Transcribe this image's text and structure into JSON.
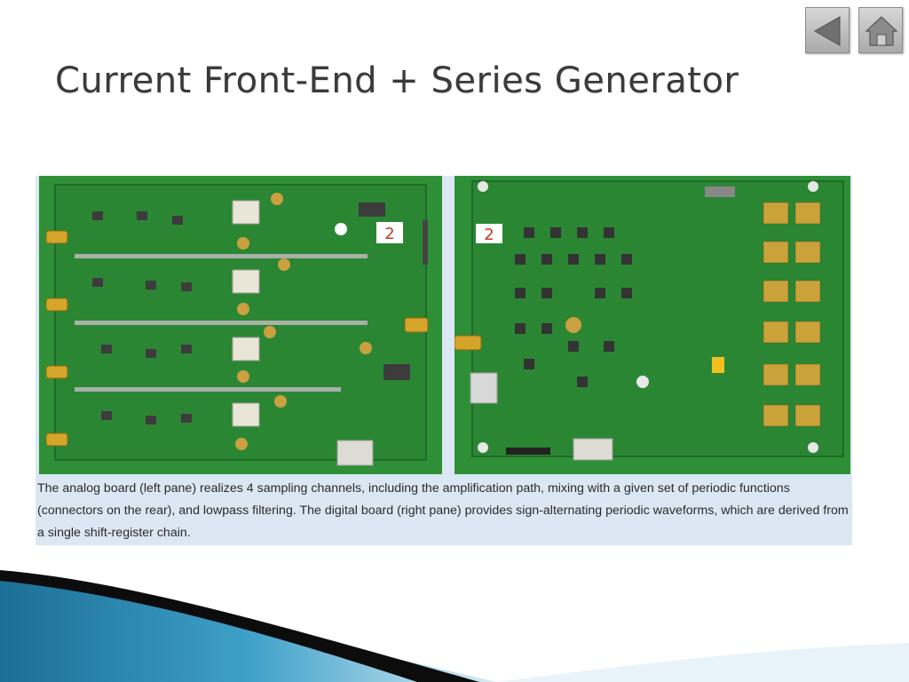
{
  "slide": {
    "title": "Current Front-End + Series Generator",
    "caption": "The analog board (left pane) realizes 4 sampling channels, including the amplification path, mixing with a given set of periodic functions (connectors on the rear), and lowpass filtering. The digital board (right pane) provides sign-alternating periodic waveforms, which are derived from a single shift-register chain."
  },
  "boards": {
    "left_label": "2",
    "right_label": "2"
  },
  "icons": {
    "back": "back-arrow-icon",
    "home": "home-icon"
  },
  "colors": {
    "pcb_green": "#2f8f37",
    "caption_bg": "#dbe8f4",
    "title_text": "#3a3a3a",
    "swoosh_blue": "#1e7fa6"
  }
}
